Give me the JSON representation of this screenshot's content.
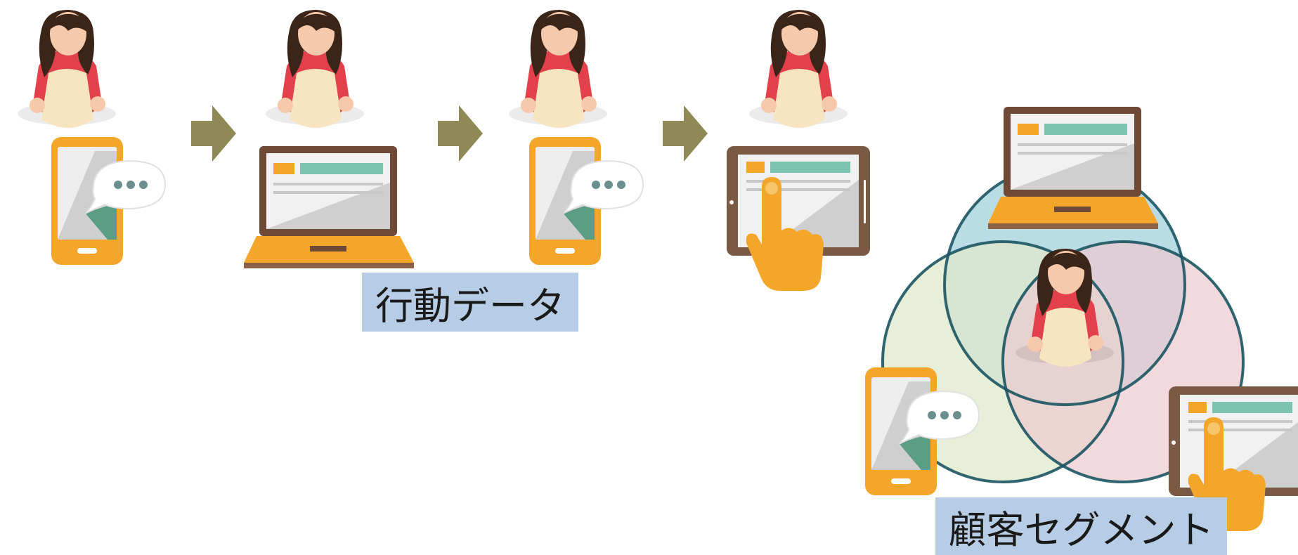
{
  "labels": {
    "behavior_data": "行動データ",
    "customer_segment": "顧客セグメント"
  },
  "colors": {
    "hair": "#3b2518",
    "skin": "#f6c9ab",
    "cardigan": "#e2404a",
    "dress": "#f7e4c0",
    "device_orange": "#f4a62b",
    "device_brown": "#6e4a36",
    "screen": "#eeeeee",
    "accent_teal": "#7cc3b0",
    "accent_orange": "#f4a62b",
    "arrow": "#8f8a55",
    "label_bg": "#b7cce5",
    "venn_top": "#aed6e1",
    "venn_left": "#dfeacb",
    "venn_right": "#ecc9cf",
    "venn_stroke": "#1b5462"
  },
  "icons": [
    "person-icon",
    "smartphone-chat-icon",
    "laptop-icon",
    "tablet-touch-icon",
    "arrow-right-icon",
    "venn-diagram"
  ]
}
